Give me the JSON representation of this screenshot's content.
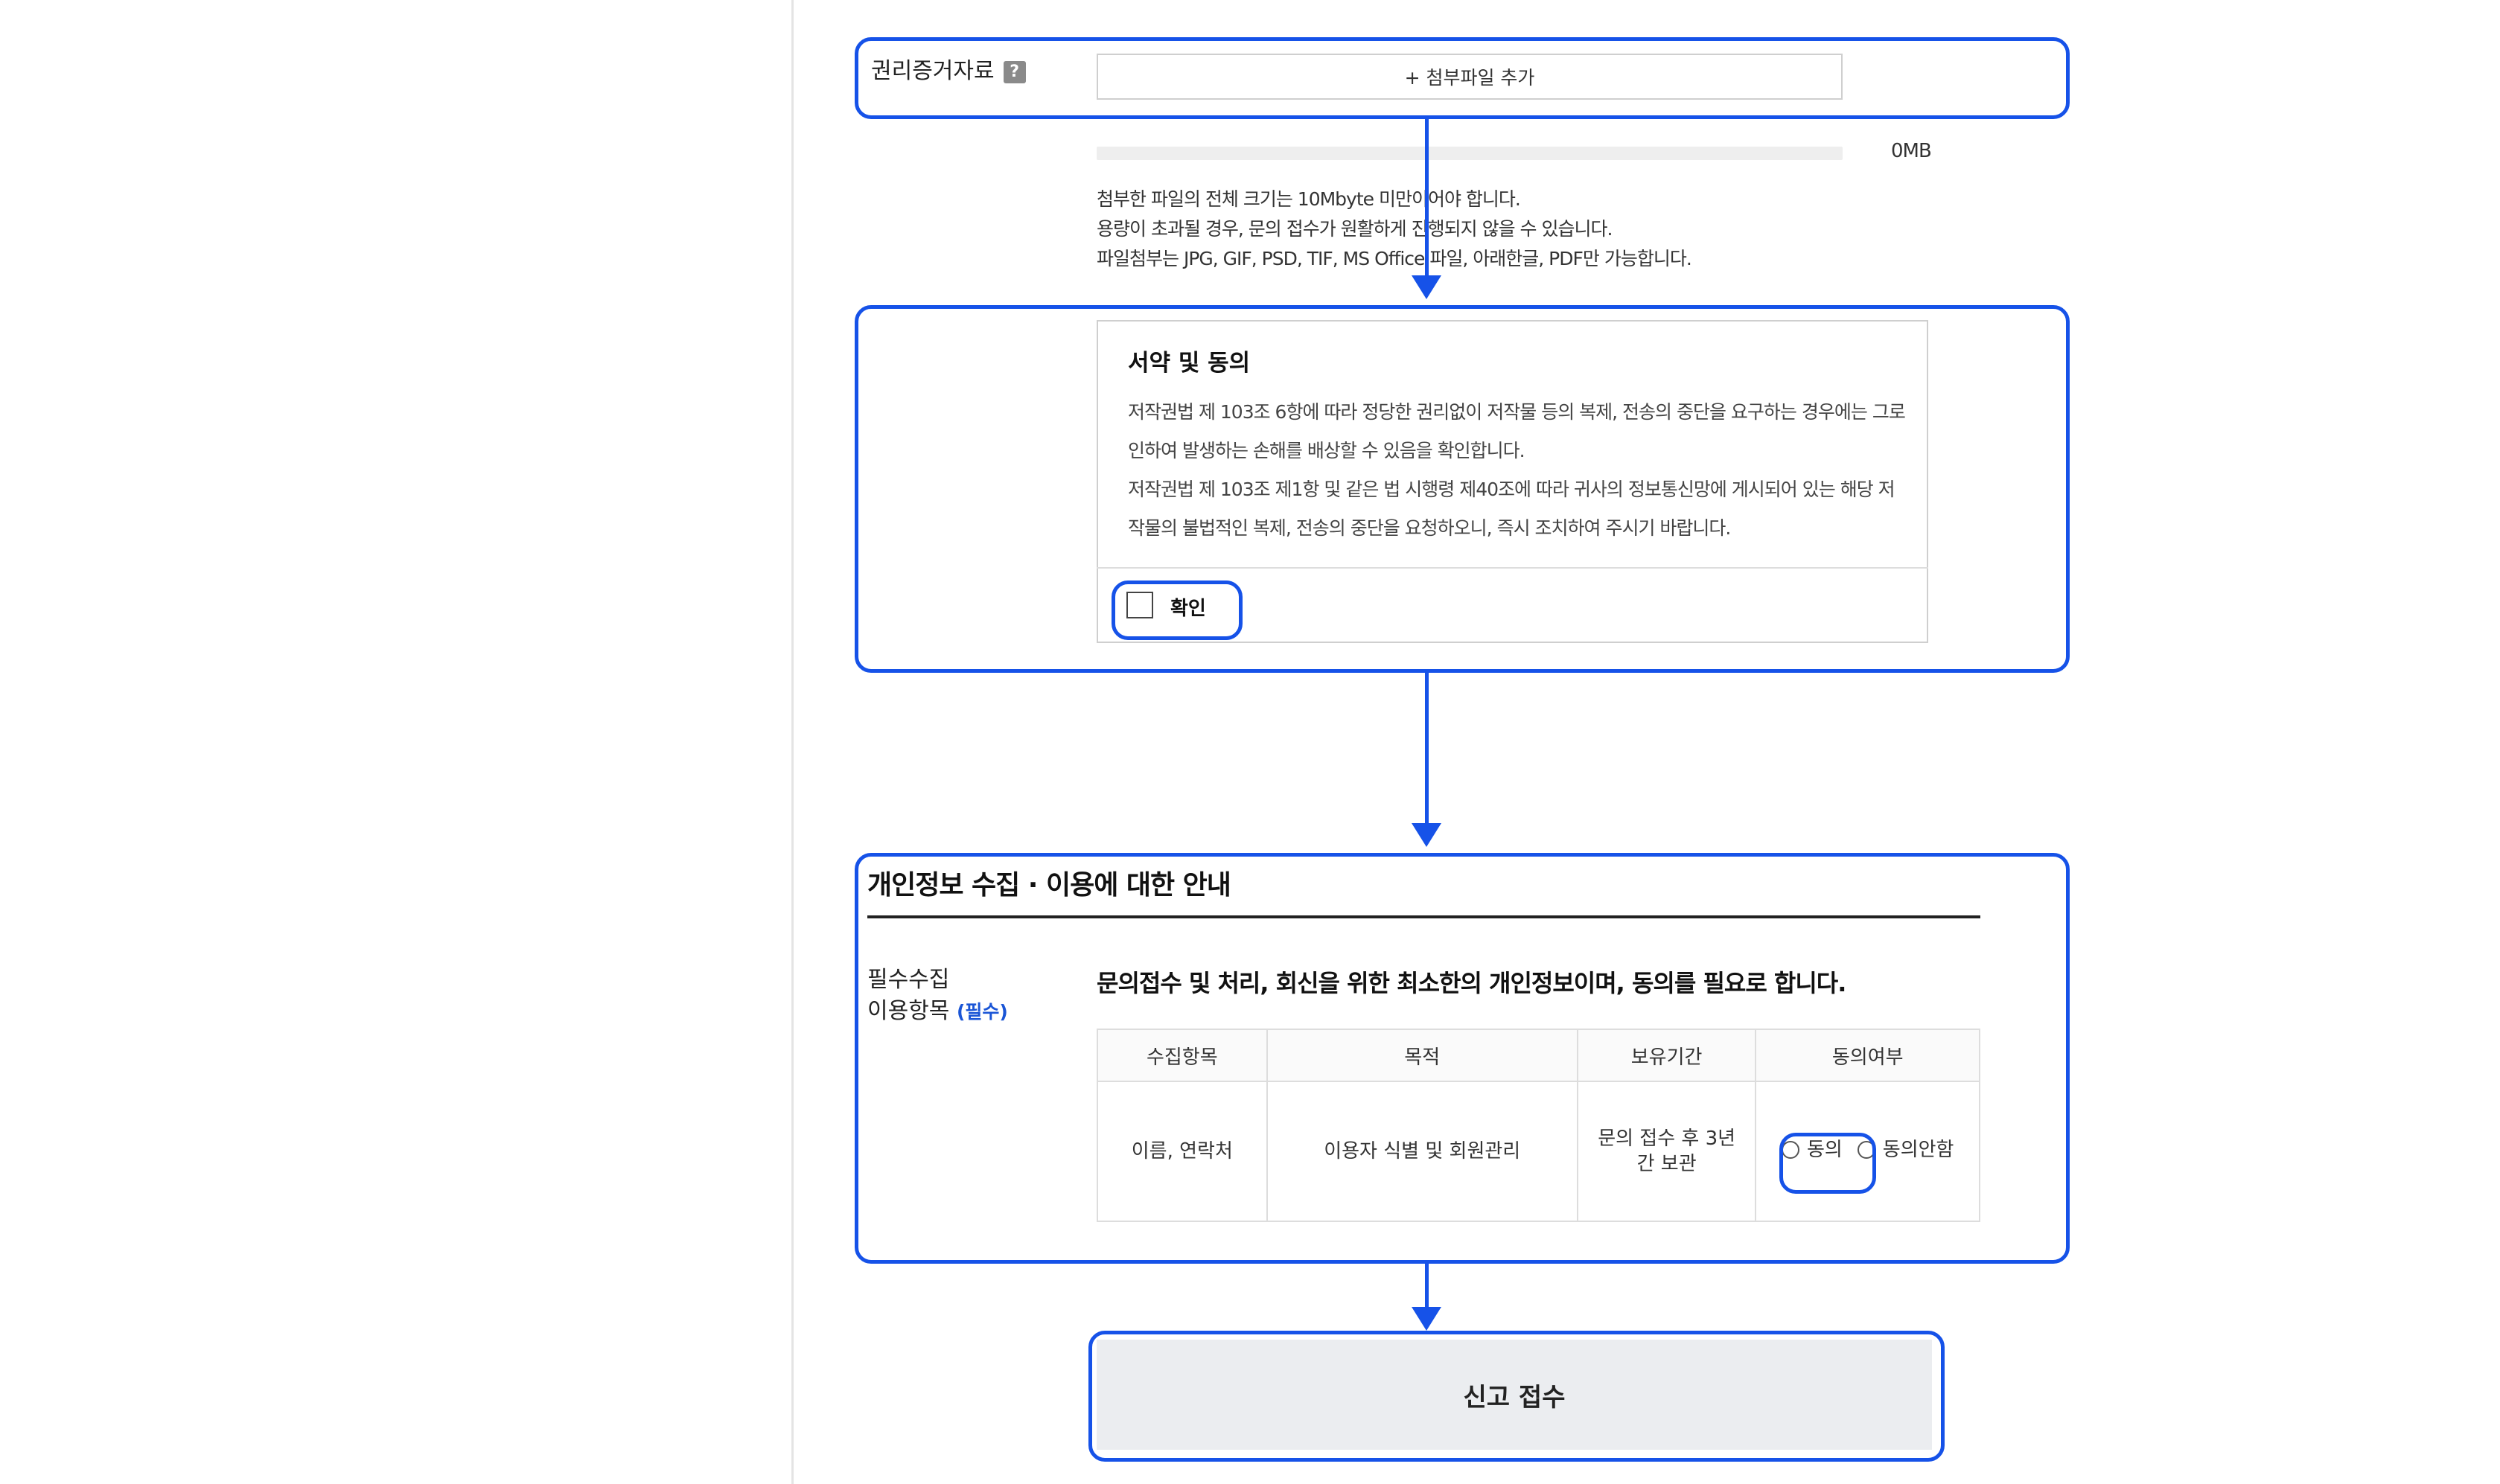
{
  "evidence": {
    "label": "권리증거자료",
    "help_icon": "?",
    "attach_button": "+ 첨부파일 추가",
    "upload_progress_fraction": 0,
    "size_text": "0MB",
    "notes": [
      "첨부한 파일의 전체 크기는 10Mbyte 미만이어야 합니다.",
      "용량이 초과될 경우, 문의 접수가 원활하게 진행되지 않을 수 있습니다.",
      "파일첨부는 JPG, GIF, PSD, TIF, MS Office 파일, 아래한글, PDF만 가능합니다."
    ]
  },
  "terms": {
    "title": "서약 및 동의",
    "line1": "저작권법 제 103조 6항에 따라 정당한 권리없이 저작물 등의 복제, 전송의 중단을 요구하는 경우에는 그로",
    "line2": "인하여 발생하는 손해를 배상할 수 있음을 확인합니다.",
    "line3": "저작권법 제 103조 제1항 및 같은 법 시행령 제40조에 따라 귀사의 정보통신망에 게시되어 있는 해당 저",
    "line4": "작물의 불법적인 복제, 전송의 중단을 요청하오니, 즉시 조치하여 주시기 바랍니다.",
    "checkbox_label": "확인"
  },
  "privacy": {
    "title": "개인정보 수집 · 이용에 대한 안내",
    "req_label_line1": "필수수집",
    "req_label_line2": "이용항목",
    "req_badge": "(필수)",
    "lead": "문의접수 및 처리, 회신을 위한 최소한의 개인정보이며, 동의를 필요로 합니다.",
    "table": {
      "headers": [
        "수집항목",
        "목적",
        "보유기간",
        "동의여부"
      ],
      "row": {
        "items": "이름, 연락처",
        "purpose": "이용자 식별 및 회원관리",
        "retention_line1": "문의 접수 후 3년",
        "retention_line2": "간 보관",
        "agree": "동의",
        "disagree": "동의안함"
      }
    }
  },
  "submit": {
    "label": "신고 접수"
  },
  "annotation_color": "#1652e8"
}
